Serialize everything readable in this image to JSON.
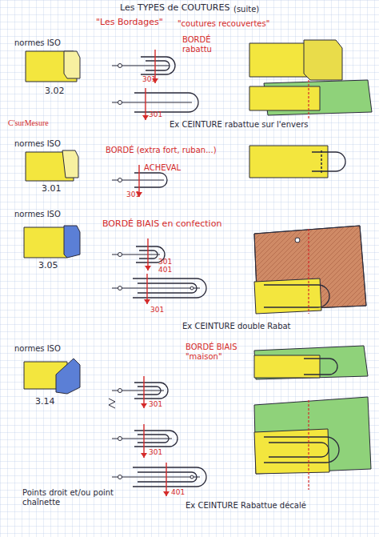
{
  "diagram": {
    "title": "Les TYPES de COUTURES",
    "labels": [
      "(suite)",
      "\"Les Bordages\"",
      "\"coutures recouvertes\"",
      "normes ISO",
      "3.02",
      "BORDÉ rabattu",
      "301",
      "301",
      "C'surMesure",
      "Ex CEINTURE rabattue sur l'envers",
      "normes ISO",
      "3.01",
      "BORDÉ (extra fort, ruban...)",
      "ACHEVAL",
      "301",
      "normes ISO",
      "3.05",
      "BORDÉ BIAIS en confection",
      "301 401",
      "301",
      "Ex CEINTURE double Rabat",
      "normes ISO",
      "3.14",
      "BORDÉ BIAIS \"maison\"",
      "301",
      "301",
      "401",
      "Points droit et/ou point chaînette",
      "Ex CEINTURE Rabattue décalé"
    ]
  }
}
